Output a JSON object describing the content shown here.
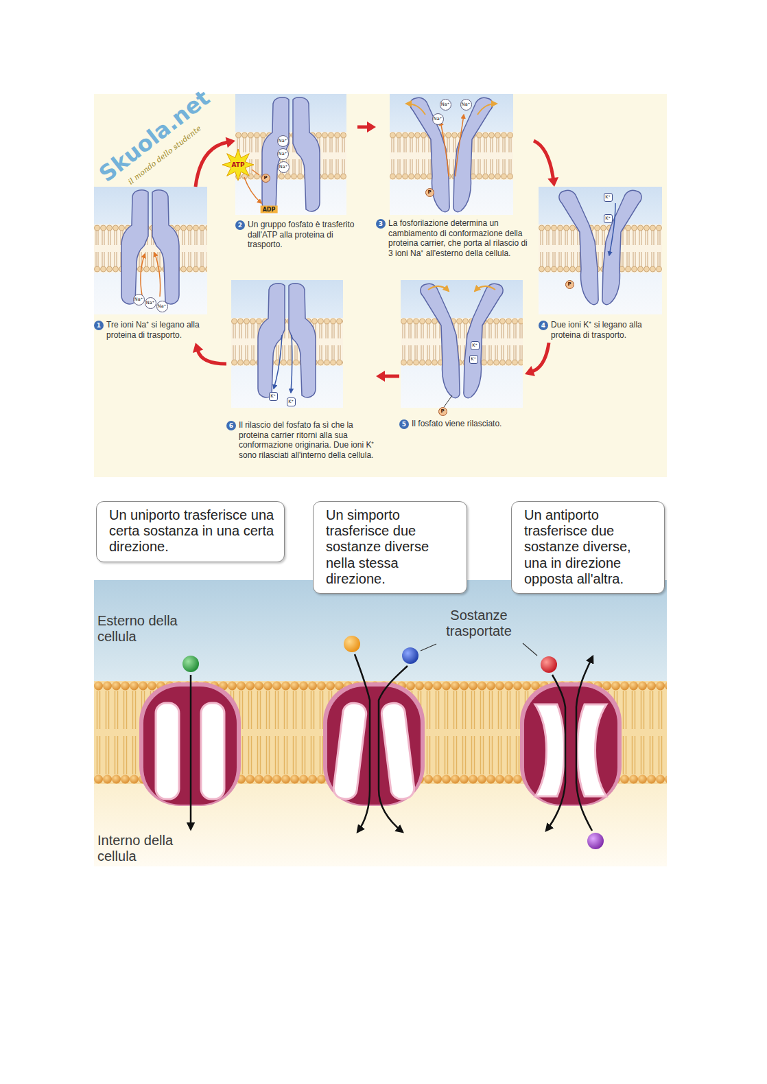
{
  "diagram": {
    "nodes": [
      {
        "text": [
          "1",
          "Tre ioni Na⁺ si legano alla proteina di trasporto."
        ]
      },
      {
        "text": [
          "2",
          "Un gruppo fosfato è trasferito dall'ATP alla proteina di trasporto."
        ]
      },
      {
        "text": [
          "3",
          "La fosforilazione determina un cambiamento di conformazione della proteina carrier, che porta al rilascio di 3 ioni Na⁺ all'esterno della cellula."
        ]
      },
      {
        "text": [
          "4",
          "Due ioni K⁺ si legano alla proteina di trasporto."
        ]
      },
      {
        "text": [
          "5",
          "Il fosfato viene rilasciato."
        ]
      },
      {
        "text": [
          "6",
          "Il rilascio del fosfato fa sì che la proteina carrier ritorni alla sua conformazione originaria. Due ioni K⁺ sono rilasciati all'interno della cellula."
        ]
      },
      {
        "text": [
          "Un uniporto trasferisce una certa sostanza in una certa direzione."
        ]
      },
      {
        "text": [
          "Un simporto trasferisce due sostanze diverse nella stessa direzione."
        ]
      },
      {
        "text": [
          "Un antiporto trasferisce due sostanze diverse, una in direzione opposta all'altra."
        ]
      }
    ],
    "edges": [
      {
        "from": 0,
        "to": 1,
        "arrow": "to"
      },
      {
        "from": 1,
        "to": 2,
        "arrow": "to"
      },
      {
        "from": 2,
        "to": 3,
        "arrow": "to"
      },
      {
        "from": 3,
        "to": 4,
        "arrow": "to"
      },
      {
        "from": 4,
        "to": 5,
        "arrow": "to"
      },
      {
        "from": 5,
        "to": 0,
        "arrow": "to"
      }
    ],
    "labels": [
      "Skuola.net",
      "il mondo dello studente",
      "Na⁺",
      "Na⁺",
      "Na⁺",
      "ATP",
      "ADP",
      "P",
      "Na⁺",
      "Na⁺",
      "Na⁺",
      "Na⁺",
      "Na⁺",
      "Na⁺",
      "P",
      "K⁺",
      "K⁺",
      "P",
      "K⁺",
      "K⁺",
      "P",
      "K⁺",
      "K⁺",
      "Esterno della cellula",
      "Sostanze trasportate",
      "Interno della cellula"
    ]
  }
}
